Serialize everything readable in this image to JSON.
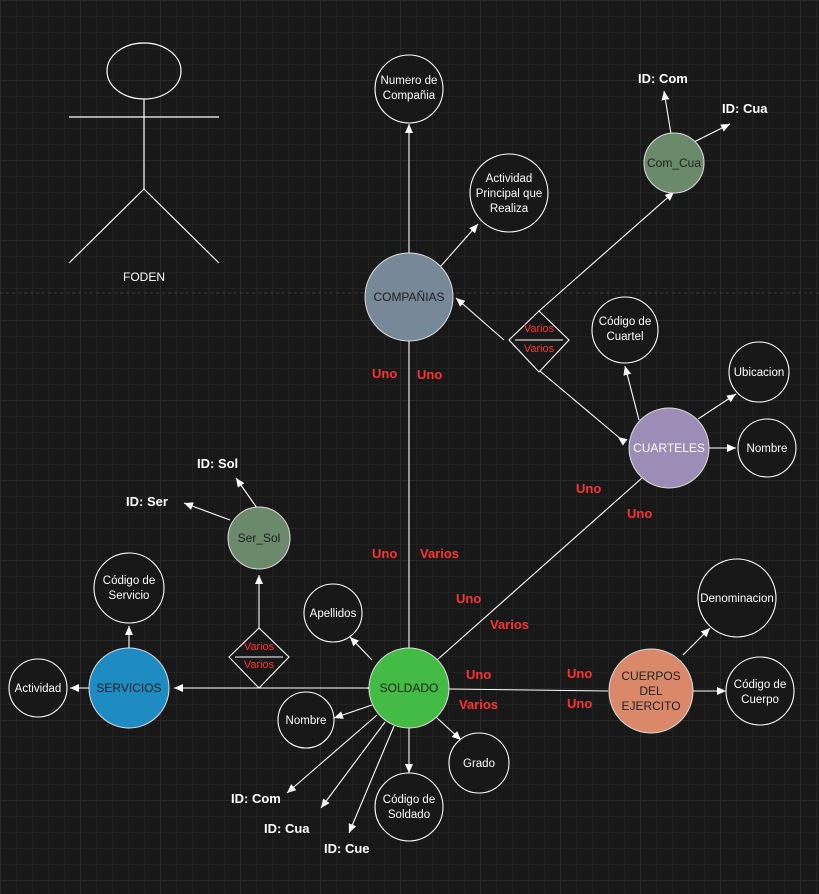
{
  "actor": {
    "label": "FODEN"
  },
  "entities": {
    "soldado": {
      "label": "SOLDADO",
      "color": "#44bb44"
    },
    "companias": {
      "label": "COMPAÑIAS",
      "color": "#778899"
    },
    "cuarteles": {
      "label": "CUARTELES",
      "color": "#9c8cb6"
    },
    "servicios": {
      "label": "SERVICIOS",
      "color": "#1e8bc3"
    },
    "cuerpos": {
      "label_lines": [
        "CUERPOS",
        "DEL",
        "EJERCITO"
      ],
      "color": "#d9896a"
    },
    "com_cua": {
      "label": "Com_Cua",
      "color": "#6b8a6b"
    },
    "ser_sol": {
      "label": "Ser_Sol",
      "color": "#6b8a6b"
    }
  },
  "attributes": {
    "numero_compania": [
      "Numero de",
      "Compañia"
    ],
    "actividad_principal": [
      "Actividad",
      "Principal que",
      "Realiza"
    ],
    "codigo_cuartel": [
      "Código de",
      "Cuartel"
    ],
    "ubicacion": [
      "Ubicacion"
    ],
    "nombre_cuartel": [
      "Nombre"
    ],
    "codigo_servicio": [
      "Código de",
      "Servicio"
    ],
    "actividad": [
      "Actividad"
    ],
    "apellidos": [
      "Apellidos"
    ],
    "nombre_soldado": [
      "Nombre"
    ],
    "grado": [
      "Grado"
    ],
    "codigo_soldado": [
      "Código de",
      "Soldado"
    ],
    "denominacion": [
      "Denominacion"
    ],
    "codigo_cuerpo": [
      "Código de",
      "Cuerpo"
    ]
  },
  "key_labels": {
    "com_cua_com": "ID: Com",
    "com_cua_cua": "ID: Cua",
    "ser_sol_sol": "ID: Sol",
    "ser_sol_ser": "ID: Ser",
    "sold_com": "ID: Com",
    "sold_cua": "ID: Cua",
    "sold_cue": "ID: Cue"
  },
  "relationships": {
    "comp_cuart": [
      "Varios",
      "Varios"
    ],
    "serv_sold": [
      "Varios",
      "Varios"
    ]
  },
  "cardinalities": {
    "comp_sold_1": "Uno",
    "comp_sold_2": "Uno",
    "sold_comp_1": "Uno",
    "sold_comp_2": "Varios",
    "cuart_sold_1": "Uno",
    "cuart_sold_2": "Uno",
    "sold_cuart_1": "Uno",
    "sold_cuart_2": "Varios",
    "sold_cuer_1": "Uno",
    "sold_cuer_2": "Varios",
    "cuer_sold_1": "Uno",
    "cuer_sold_2": "Uno"
  }
}
